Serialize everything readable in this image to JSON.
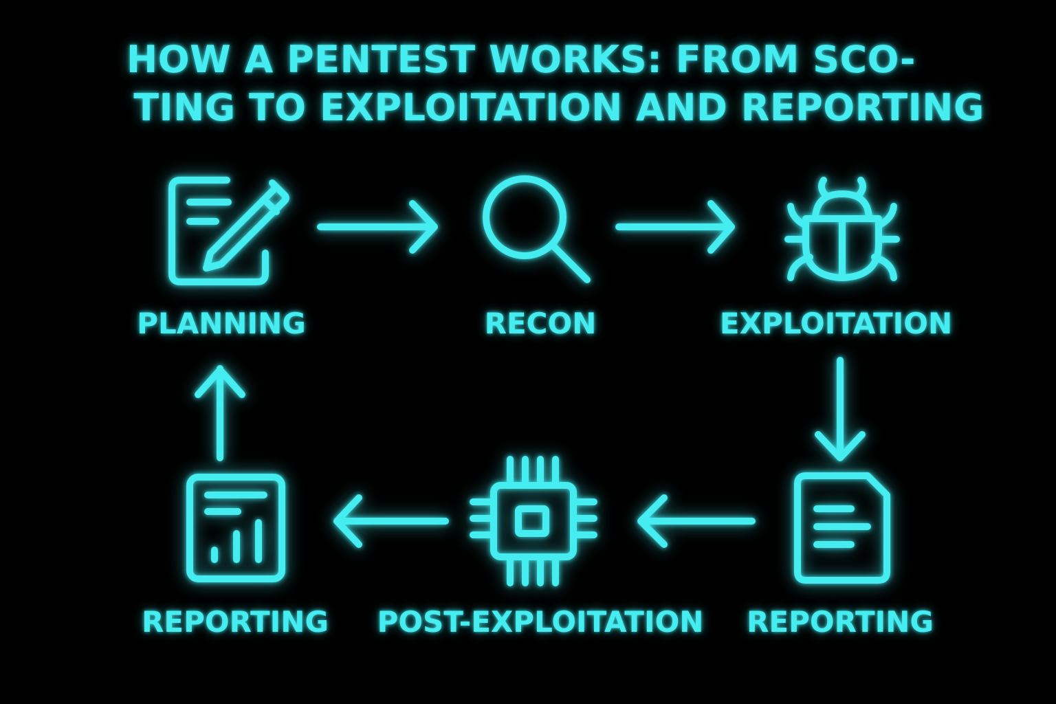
{
  "title": {
    "line1": "HOW A PENTEST WORKS: FROM SCO-",
    "line2": "TING TO EXPLOITATION AND REPORTING"
  },
  "accent_color": "#45ecf0",
  "background_color": "#000000",
  "steps": [
    {
      "label": "PLANNING",
      "icon": "document-pencil-icon"
    },
    {
      "label": "RECON",
      "icon": "magnifier-icon"
    },
    {
      "label": "EXPLOITATION",
      "icon": "bug-icon"
    },
    {
      "label": "REPORTING",
      "icon": "document-icon"
    },
    {
      "label": "POST-EXPLOITATION",
      "icon": "chip-icon"
    },
    {
      "label": "REPORTING",
      "icon": "report-chart-icon"
    }
  ]
}
